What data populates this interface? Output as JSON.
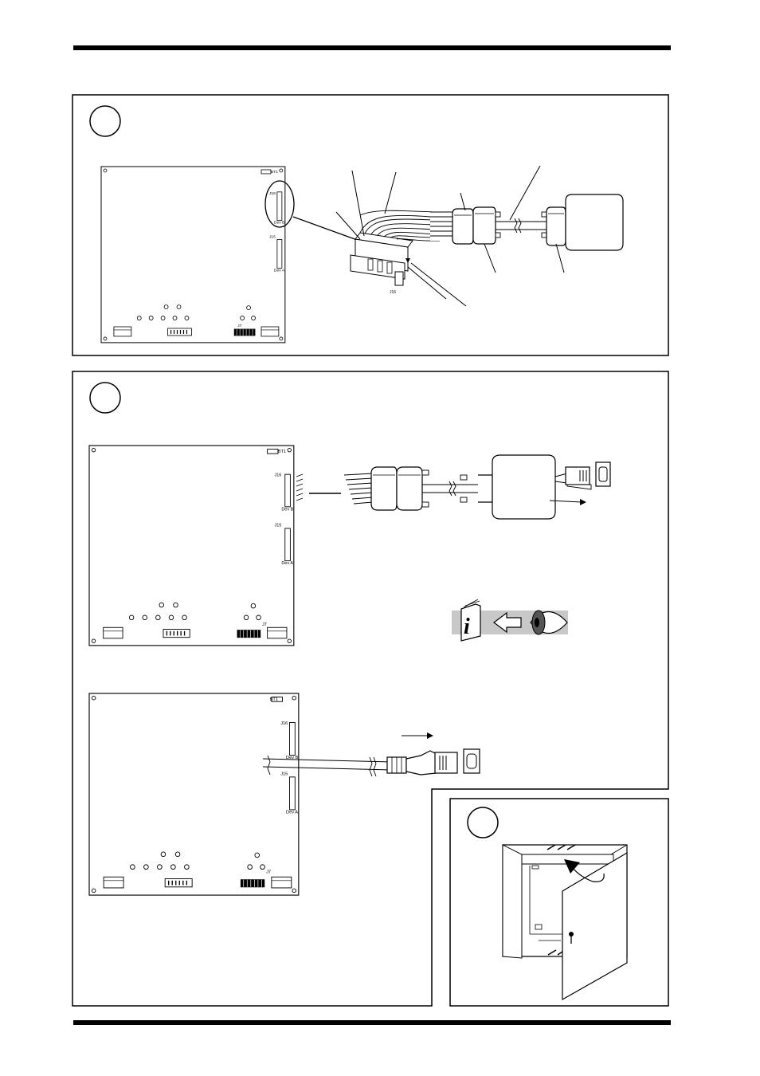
{
  "board": {
    "bt1_label": "BT1",
    "j16_label": "J16",
    "j15_label": "J15",
    "dev_b_label": "Dev B",
    "dev_a_label": "Dev A",
    "j7_label": "J7"
  },
  "panel1": {
    "connector_label": "J16"
  },
  "panel2": {
    "info_icon": "info-book-icon",
    "eye_icon": "eye-icon",
    "arrow_icon": "left-arrow-icon"
  },
  "panel3": {
    "key_icon": "key-icon",
    "door_arrow_icon": "curved-arrow-icon"
  },
  "colors": {
    "line": "#000000",
    "panel_bg": "#ffffff",
    "info_band": "#c8c8c8"
  }
}
